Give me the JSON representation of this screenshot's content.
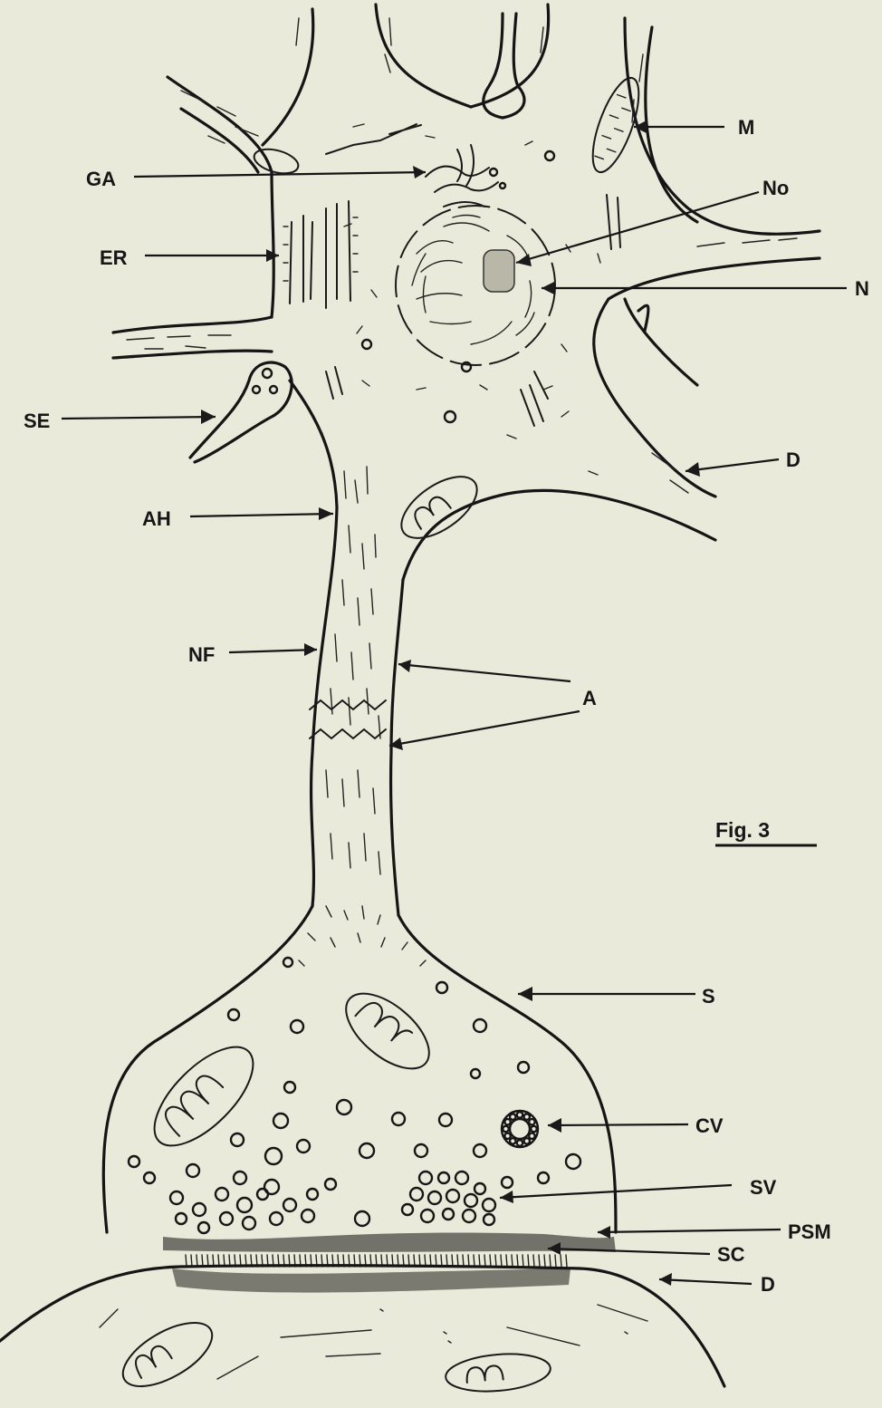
{
  "figure_label": "Fig. 3",
  "labels": {
    "GA": "GA",
    "ER": "ER",
    "SE": "SE",
    "AH": "AH",
    "NF": "NF",
    "M": "M",
    "No": "No",
    "N": "N",
    "D_upper": "D",
    "A": "A",
    "S": "S",
    "CV": "CV",
    "SV": "SV",
    "PSM": "PSM",
    "SC": "SC",
    "D_lower": "D"
  },
  "colors": {
    "paper": "#e9ead9",
    "ink": "#151515",
    "synaptic_shading": "#4a4a44"
  }
}
